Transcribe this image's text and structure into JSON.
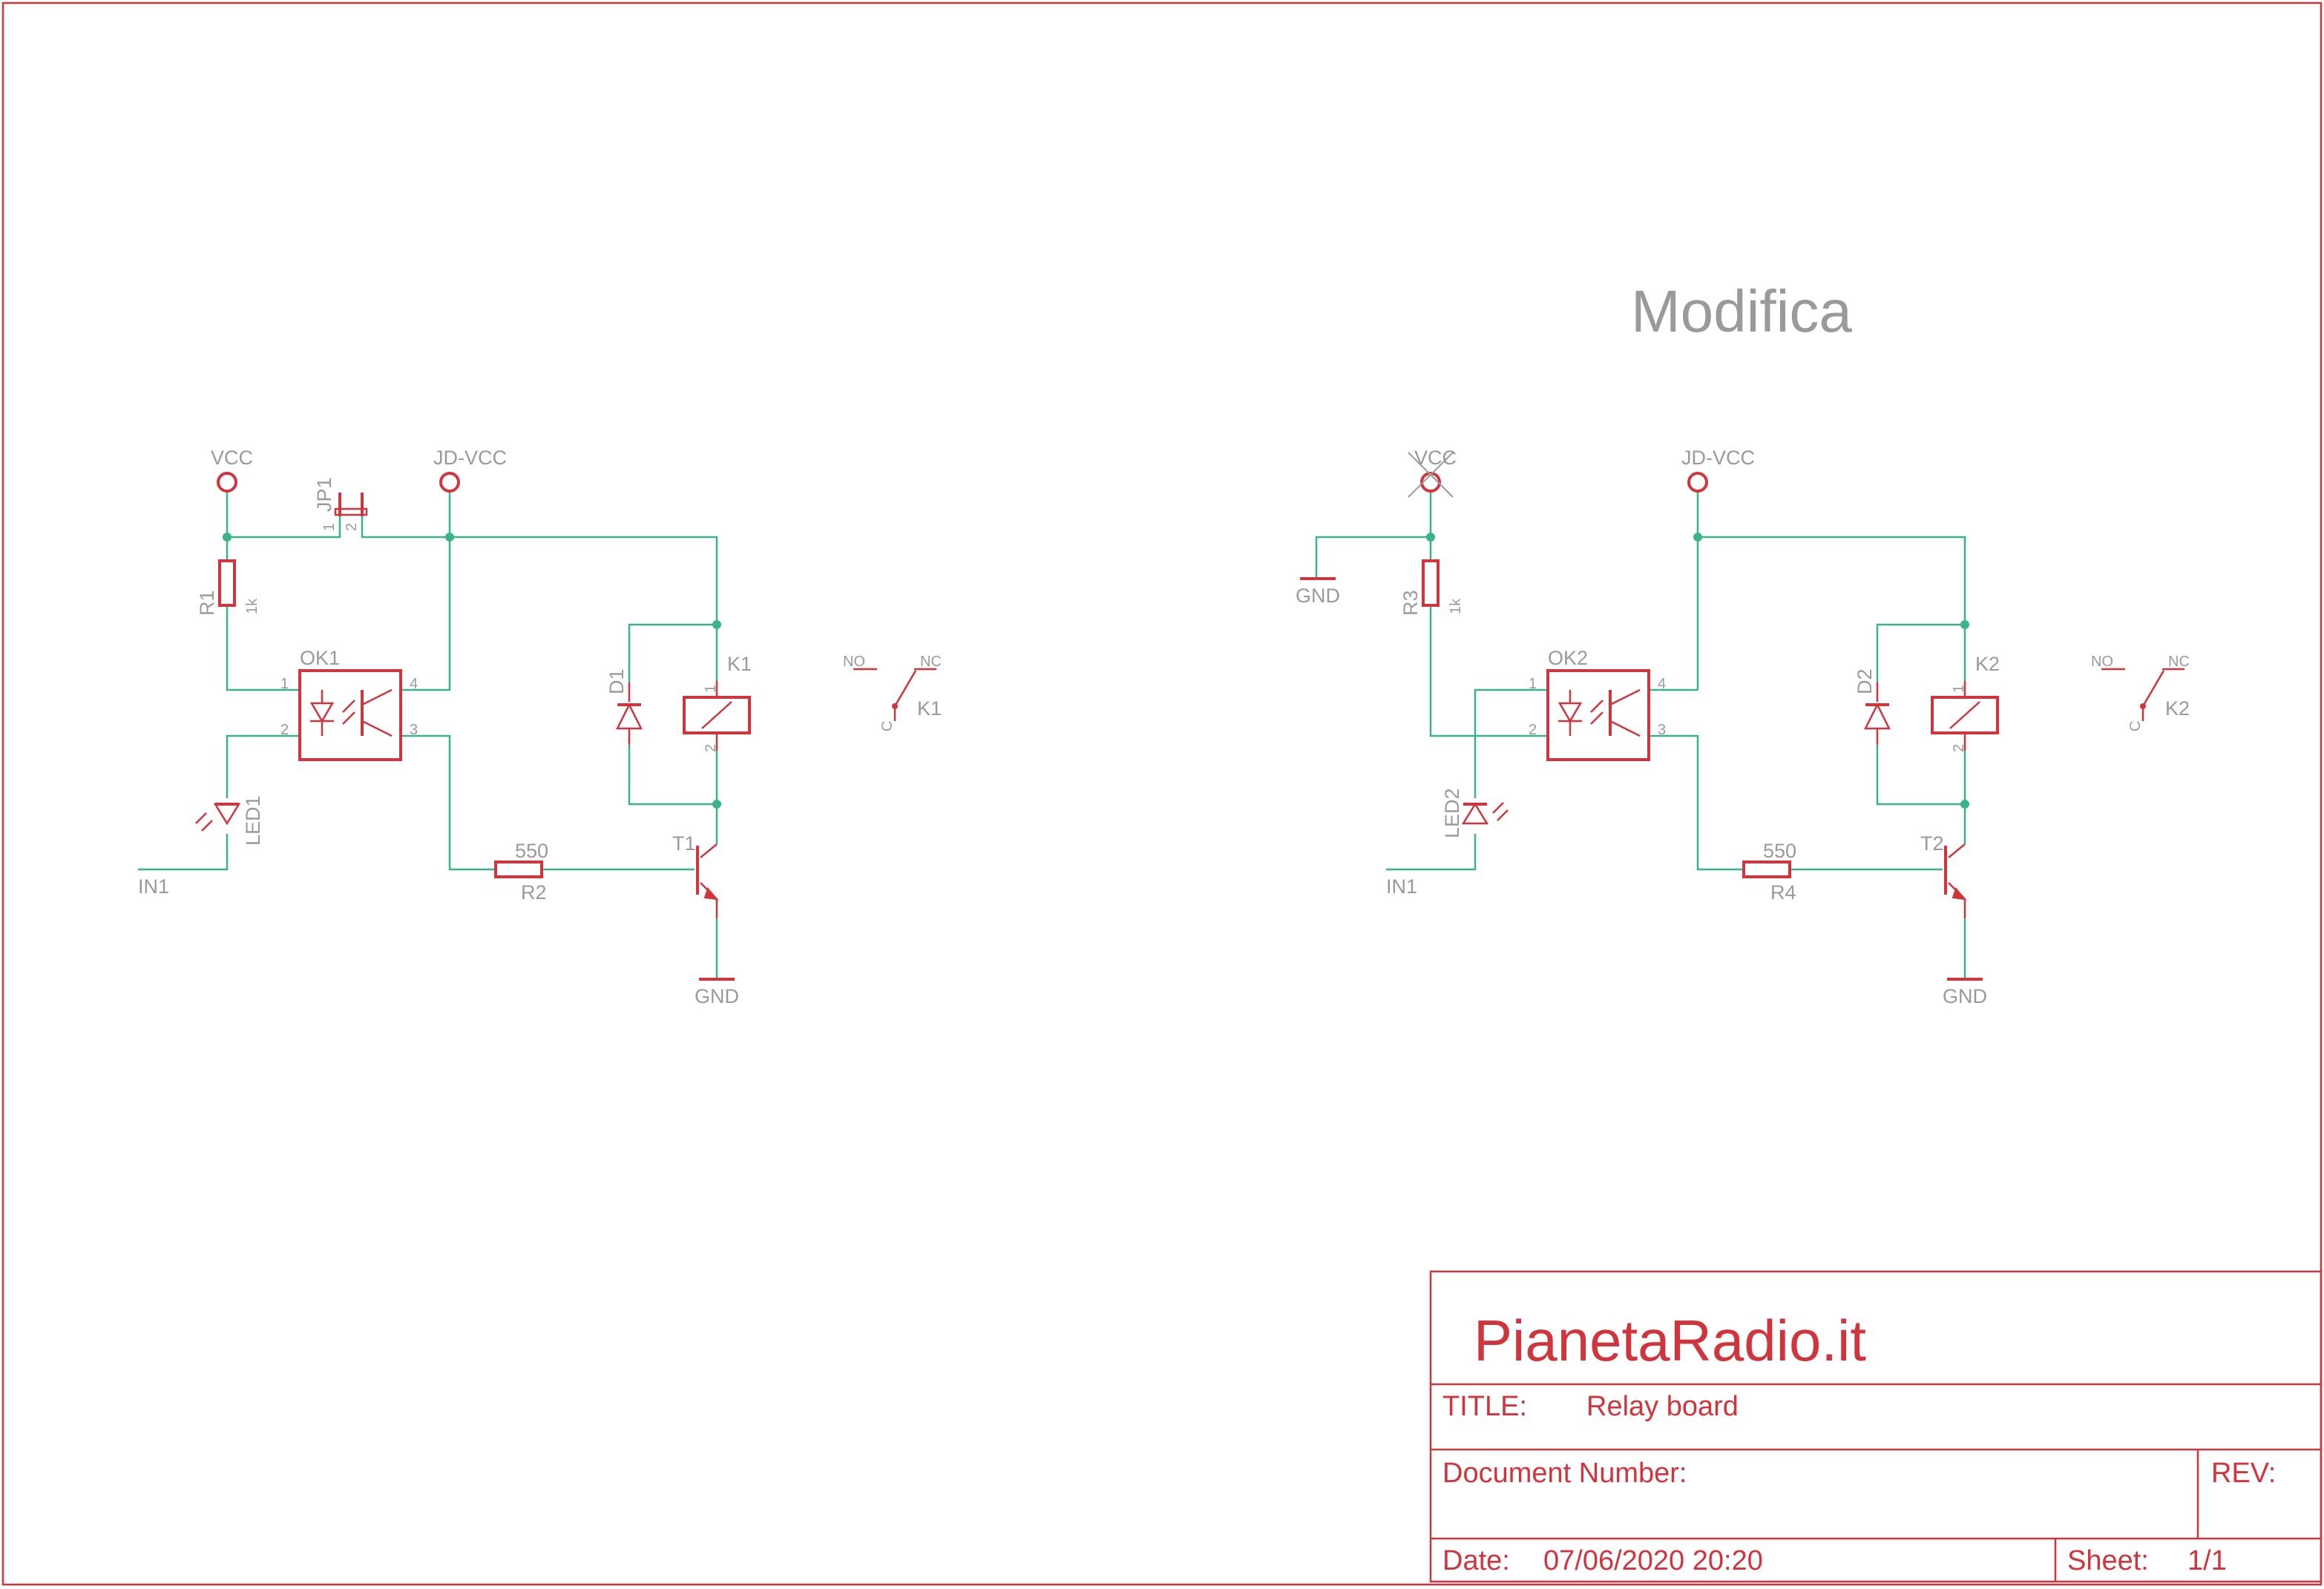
{
  "note": "Modifica",
  "title_block": {
    "company": "PianetaRadio.it",
    "title_label": "TITLE:",
    "title_value": "Relay board",
    "doc_number_label": "Document Number:",
    "rev_label": "REV:",
    "date_label": "Date:",
    "date_value": "07/06/2020 20:20",
    "sheet_label": "Sheet:",
    "sheet_value": "1/1"
  },
  "left": {
    "vcc": "VCC",
    "jd_vcc": "JD-VCC",
    "jumper": "JP1",
    "jumper_pin1": "1",
    "jumper_pin2": "2",
    "r_in": "R1",
    "r_in_value": "1k",
    "opto": "OK1",
    "opto_pin1": "1",
    "opto_pin2": "2",
    "opto_pin3": "3",
    "opto_pin4": "4",
    "led": "LED1",
    "input": "IN1",
    "r_base_value": "550",
    "r_base": "R2",
    "transistor": "T1",
    "gnd": "GND",
    "diode": "D1",
    "relay": "K1",
    "relay_pin1": "1",
    "relay_pin2": "2",
    "contact_no": "NO",
    "contact_nc": "NC",
    "contact_c": "C",
    "contact_name": "K1"
  },
  "right": {
    "vcc": "VCC",
    "jd_vcc": "JD-VCC",
    "gnd_top": "GND",
    "r_in": "R3",
    "r_in_value": "1k",
    "opto": "OK2",
    "opto_pin1": "1",
    "opto_pin2": "2",
    "opto_pin3": "3",
    "opto_pin4": "4",
    "led": "LED2",
    "input": "IN1",
    "r_base_value": "550",
    "r_base": "R4",
    "transistor": "T2",
    "gnd": "GND",
    "diode": "D2",
    "relay": "K2",
    "relay_pin1": "1",
    "relay_pin2": "2",
    "contact_no": "NO",
    "contact_nc": "NC",
    "contact_c": "C",
    "contact_name": "K2"
  },
  "colors": {
    "symbol": "#d0343c",
    "wire": "#3bb38a",
    "label": "#9a9a9a"
  }
}
